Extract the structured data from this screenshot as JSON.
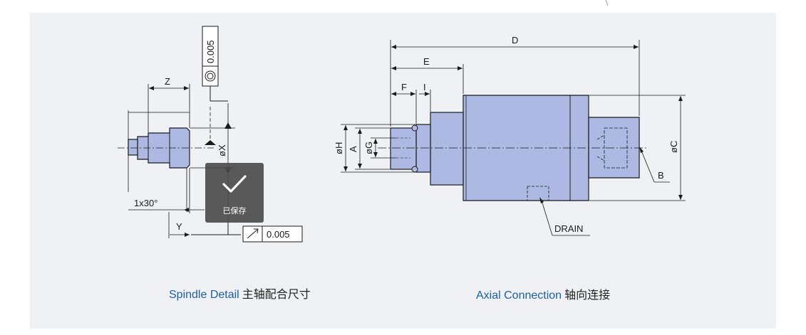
{
  "spindle_detail": {
    "dimensions": {
      "z": "Z",
      "x": "øX",
      "y": "Y",
      "chamfer": "1x30°"
    },
    "tolerances": {
      "concentricity": "0.005",
      "runout": "0.005"
    },
    "caption": {
      "english": "Spindle Detail",
      "chinese": "主轴配合尺寸"
    }
  },
  "axial_connection": {
    "dimensions": {
      "d": "D",
      "e": "E",
      "f": "F",
      "i": "I",
      "h": "øH",
      "a": "A",
      "g": "øG",
      "c": "øC",
      "b": "B",
      "drain": "DRAIN"
    },
    "caption": {
      "english": "Axial Connection",
      "chinese": "轴向连接"
    }
  },
  "toast": {
    "text": "已保存",
    "icon": "checkmark-icon"
  },
  "colors": {
    "part_fill": "#aeb9e3",
    "panel_bg": "#eff1f4",
    "caption_blue": "#1d5fa6",
    "toast_bg": "#4c4c4c"
  }
}
